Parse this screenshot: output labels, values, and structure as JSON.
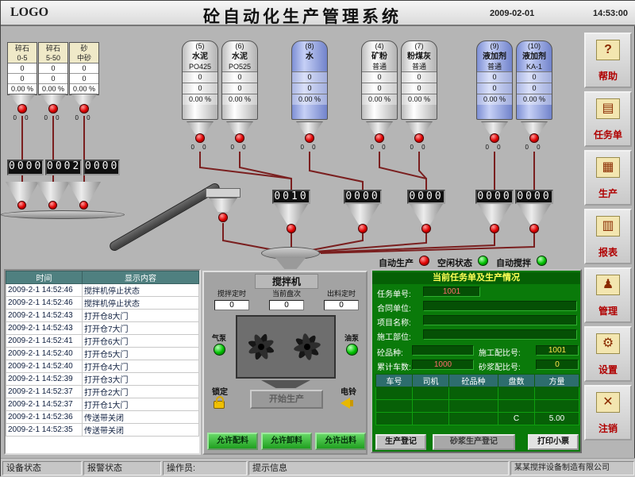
{
  "header": {
    "logo": "LOGO",
    "title": "砼自动化生产管理系统",
    "date": "2009-02-01",
    "time": "14:53:00"
  },
  "colors": {
    "accent_red": "#cc0000",
    "accent_green": "#00b000",
    "panel_green": "#0a7a0a",
    "led_bg": "#101010",
    "table_header_teal": "#4f8080",
    "sidebar_label_red": "#b00000",
    "silo_blue": "#8fa0dd"
  },
  "sidebar": {
    "items": [
      {
        "label": "帮助",
        "glyph": "?"
      },
      {
        "label": "任务单",
        "glyph": "▤"
      },
      {
        "label": "生产",
        "glyph": "▦"
      },
      {
        "label": "报表",
        "glyph": "▥"
      },
      {
        "label": "管理",
        "glyph": "♟"
      },
      {
        "label": "设置",
        "glyph": "⚙"
      },
      {
        "label": "注销",
        "glyph": "✕"
      }
    ]
  },
  "bins": [
    {
      "name": "碎石",
      "type": "0-5",
      "v1": "0",
      "v2": "0",
      "pct": "0.00 %",
      "gates": "0 0"
    },
    {
      "name": "碎石",
      "type": "5-50",
      "v1": "0",
      "v2": "0",
      "pct": "0.00 %",
      "gates": "0 0"
    },
    {
      "name": "砂",
      "type": "中砂",
      "v1": "0",
      "v2": "0",
      "pct": "0.00 %",
      "gates": "0 0"
    }
  ],
  "aggregate_displays": [
    "0000",
    "0002",
    "0000"
  ],
  "silos": [
    {
      "num": "(5)",
      "name": "水泥",
      "type": "PO425",
      "v1": "0",
      "v2": "0",
      "pct": "0.00 %",
      "gates": "0 0"
    },
    {
      "num": "(6)",
      "name": "水泥",
      "type": "PO525",
      "v1": "0",
      "v2": "0",
      "pct": "0.00 %",
      "gates": "0 0"
    },
    {
      "num": "(8)",
      "name": "水",
      "type": "",
      "v1": "0",
      "v2": "0",
      "pct": "0.00 %",
      "gates": "0 0"
    },
    {
      "num": "(4)",
      "name": "矿粉",
      "type": "普通",
      "v1": "0",
      "v2": "0",
      "pct": "0.00 %",
      "gates": "0 0"
    },
    {
      "num": "(7)",
      "name": "粉煤灰",
      "type": "普通",
      "v1": "0",
      "v2": "0",
      "pct": "0.00 %",
      "gates": "0 0"
    },
    {
      "num": "(9)",
      "name": "液加剂",
      "type": "普通",
      "v1": "0",
      "v2": "0",
      "pct": "0.00 %",
      "gates": "0 0"
    },
    {
      "num": "(10)",
      "name": "液加剂",
      "type": "KA-1",
      "v1": "0",
      "v2": "0",
      "pct": "0.00 %",
      "gates": "0 0"
    }
  ],
  "scale_displays": [
    "0010",
    "0000",
    "0000",
    "0000",
    "0000"
  ],
  "status_indicators": [
    {
      "label": "自动生产",
      "color": "red"
    },
    {
      "label": "空闲状态",
      "color": "green"
    },
    {
      "label": "自动搅拌",
      "color": "green"
    }
  ],
  "log": {
    "headers": [
      "时间",
      "显示内容"
    ],
    "rows": [
      [
        "2009-2-1 14:52:46",
        "搅拌机停止状态"
      ],
      [
        "2009-2-1 14:52:46",
        "搅拌机停止状态"
      ],
      [
        "2009-2-1 14:52:43",
        "打开仓8大门"
      ],
      [
        "2009-2-1 14:52:43",
        "打开仓7大门"
      ],
      [
        "2009-2-1 14:52:41",
        "打开仓6大门"
      ],
      [
        "2009-2-1 14:52:40",
        "打开仓5大门"
      ],
      [
        "2009-2-1 14:52:40",
        "打开仓4大门"
      ],
      [
        "2009-2-1 14:52:39",
        "打开仓3大门"
      ],
      [
        "2009-2-1 14:52:37",
        "打开仓2大门"
      ],
      [
        "2009-2-1 14:52:37",
        "打开仓1大门"
      ],
      [
        "2009-2-1 14:52:36",
        "传送带关闭"
      ],
      [
        "2009-2-1 14:52:35",
        "传送带关闭"
      ]
    ]
  },
  "mixer": {
    "title": "搅拌机",
    "fields": [
      {
        "label": "搅拌定时",
        "value": "0"
      },
      {
        "label": "当前盘次",
        "value": "0"
      },
      {
        "label": "出料定时",
        "value": "0"
      }
    ],
    "air_pump": "气泵",
    "oil_pump": "油泵",
    "lock": "锁定",
    "start": "开始生产",
    "bell": "电铃",
    "buttons": [
      "允许配料",
      "允许卸料",
      "允许出料"
    ]
  },
  "task": {
    "title": "当前任务单及生产情况",
    "order_label": "任务单号:",
    "order_value": "1001",
    "contract_label": "合同单位:",
    "contract_value": "",
    "project_label": "项目名称:",
    "project_value": "",
    "site_label": "施工部位:",
    "site_value": "",
    "variety_label": "砼品种:",
    "variety_value": "",
    "ratio_label": "施工配比号:",
    "ratio_value": "1001",
    "trucks_label": "累计车数:",
    "trucks_value": "1000",
    "mortar_label": "砂浆配比号:",
    "mortar_value": "0",
    "table": {
      "headers": [
        "车号",
        "司机",
        "砼品种",
        "盘数",
        "方量"
      ],
      "rows": [
        [
          "",
          "",
          "",
          "",
          ""
        ],
        [
          "",
          "",
          "",
          "",
          ""
        ],
        [
          "",
          "",
          "",
          "C",
          "5.00"
        ]
      ]
    },
    "buttons": [
      "生产登记",
      "砂浆生产登记",
      "打印小票"
    ]
  },
  "statusbar": {
    "device": "设备状态",
    "alarm": "报警状态",
    "operator": "操作员:",
    "message": "提示信息",
    "company": "某某搅拌设备制造有限公司"
  }
}
